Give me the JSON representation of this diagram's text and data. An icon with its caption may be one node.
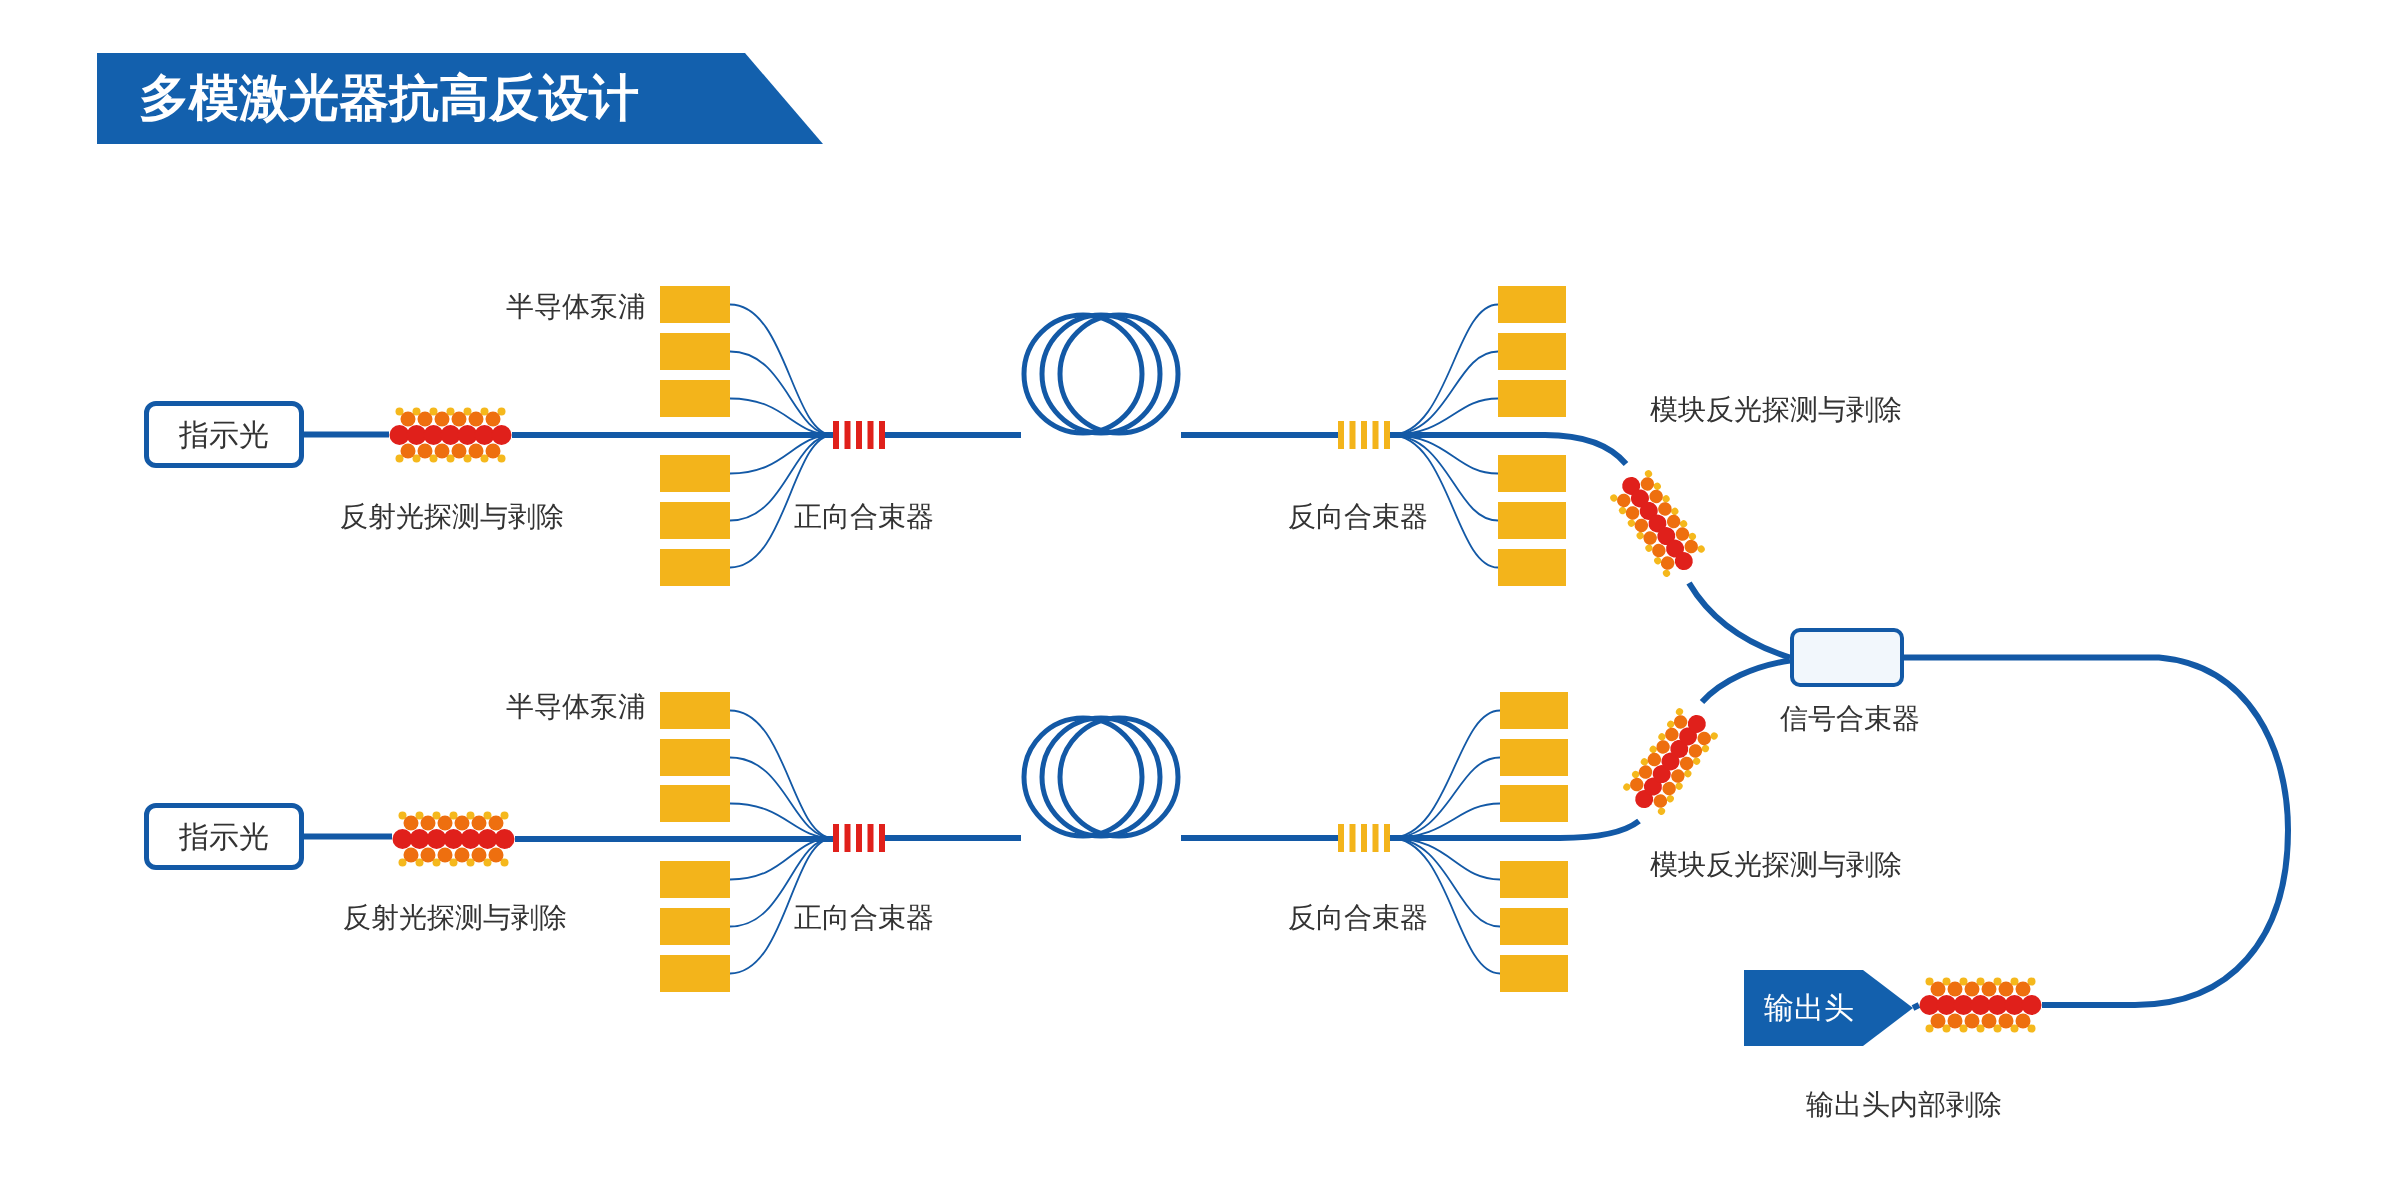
{
  "diagram": {
    "title": "多模激光器抗高反设计",
    "nodes": [
      {
        "text": [
          "指示光"
        ]
      },
      {
        "text": [],
        "shape": "dots",
        "beside": [
          "反射光探测与剥除"
        ]
      },
      {
        "text": [],
        "shape": "box",
        "beside": [
          "半导体泵浦"
        ]
      },
      {
        "text": [],
        "shape": "box"
      },
      {
        "text": [],
        "shape": "box"
      },
      {
        "text": [],
        "shape": "box"
      },
      {
        "text": [],
        "shape": "box"
      },
      {
        "text": [],
        "shape": "box"
      },
      {
        "text": [],
        "shape": "bar",
        "beside": [
          "正向合束器"
        ]
      },
      {
        "text": [],
        "shape": "coil"
      },
      {
        "text": [],
        "shape": "bar",
        "beside": [
          "反向合束器"
        ]
      },
      {
        "text": [],
        "shape": "box"
      },
      {
        "text": [],
        "shape": "box"
      },
      {
        "text": [],
        "shape": "box"
      },
      {
        "text": [],
        "shape": "box"
      },
      {
        "text": [],
        "shape": "box"
      },
      {
        "text": [],
        "shape": "box"
      },
      {
        "text": [],
        "shape": "dots",
        "beside": [
          "模块反光探测与剥除"
        ]
      },
      {
        "text": [],
        "shape": "box",
        "beside": [
          "信号合束器"
        ]
      },
      {
        "text": [
          "指示光"
        ]
      },
      {
        "text": [],
        "shape": "dots",
        "beside": [
          "反射光探测与剥除"
        ]
      },
      {
        "text": [],
        "shape": "box",
        "beside": [
          "半导体泵浦"
        ]
      },
      {
        "text": [],
        "shape": "box"
      },
      {
        "text": [],
        "shape": "box"
      },
      {
        "text": [],
        "shape": "box"
      },
      {
        "text": [],
        "shape": "box"
      },
      {
        "text": [],
        "shape": "box"
      },
      {
        "text": [],
        "shape": "bar",
        "beside": [
          "正向合束器"
        ]
      },
      {
        "text": [],
        "shape": "coil"
      },
      {
        "text": [],
        "shape": "bar",
        "beside": [
          "反向合束器"
        ]
      },
      {
        "text": [],
        "shape": "box"
      },
      {
        "text": [],
        "shape": "box"
      },
      {
        "text": [],
        "shape": "box"
      },
      {
        "text": [],
        "shape": "box"
      },
      {
        "text": [],
        "shape": "box"
      },
      {
        "text": [],
        "shape": "box"
      },
      {
        "text": [],
        "shape": "dots",
        "beside": [
          "模块反光探测与剥除"
        ]
      },
      {
        "text": [
          "输出头"
        ]
      },
      {
        "text": [],
        "shape": "dots",
        "beside": [
          "输出头内部剥除"
        ]
      }
    ],
    "edges": [
      {
        "from": 0,
        "to": 1,
        "arrow": "none",
        "style": "thick"
      },
      {
        "from": 1,
        "to": 8,
        "arrow": "none",
        "style": "thick"
      },
      {
        "from": 2,
        "to": 8,
        "arrow": "none"
      },
      {
        "from": 3,
        "to": 8,
        "arrow": "none"
      },
      {
        "from": 4,
        "to": 8,
        "arrow": "none"
      },
      {
        "from": 5,
        "to": 8,
        "arrow": "none"
      },
      {
        "from": 6,
        "to": 8,
        "arrow": "none"
      },
      {
        "from": 7,
        "to": 8,
        "arrow": "none"
      },
      {
        "from": 8,
        "to": 9,
        "arrow": "none",
        "style": "thick"
      },
      {
        "from": 9,
        "to": 10,
        "arrow": "none",
        "style": "thick"
      },
      {
        "from": 10,
        "to": 11,
        "arrow": "none"
      },
      {
        "from": 10,
        "to": 12,
        "arrow": "none"
      },
      {
        "from": 10,
        "to": 13,
        "arrow": "none"
      },
      {
        "from": 10,
        "to": 14,
        "arrow": "none"
      },
      {
        "from": 10,
        "to": 15,
        "arrow": "none"
      },
      {
        "from": 10,
        "to": 16,
        "arrow": "none"
      },
      {
        "from": 10,
        "to": 17,
        "arrow": "none",
        "style": "thick"
      },
      {
        "from": 17,
        "to": 18,
        "arrow": "none",
        "style": "thick"
      },
      {
        "from": 19,
        "to": 20,
        "arrow": "none",
        "style": "thick"
      },
      {
        "from": 20,
        "to": 27,
        "arrow": "none",
        "style": "thick"
      },
      {
        "from": 21,
        "to": 27,
        "arrow": "none"
      },
      {
        "from": 22,
        "to": 27,
        "arrow": "none"
      },
      {
        "from": 23,
        "to": 27,
        "arrow": "none"
      },
      {
        "from": 24,
        "to": 27,
        "arrow": "none"
      },
      {
        "from": 25,
        "to": 27,
        "arrow": "none"
      },
      {
        "from": 26,
        "to": 27,
        "arrow": "none"
      },
      {
        "from": 27,
        "to": 28,
        "arrow": "none",
        "style": "thick"
      },
      {
        "from": 28,
        "to": 29,
        "arrow": "none",
        "style": "thick"
      },
      {
        "from": 29,
        "to": 30,
        "arrow": "none"
      },
      {
        "from": 29,
        "to": 31,
        "arrow": "none"
      },
      {
        "from": 29,
        "to": 32,
        "arrow": "none"
      },
      {
        "from": 29,
        "to": 33,
        "arrow": "none"
      },
      {
        "from": 29,
        "to": 34,
        "arrow": "none"
      },
      {
        "from": 29,
        "to": 35,
        "arrow": "none"
      },
      {
        "from": 29,
        "to": 36,
        "arrow": "none",
        "style": "thick"
      },
      {
        "from": 36,
        "to": 18,
        "arrow": "none",
        "style": "thick"
      },
      {
        "from": 18,
        "to": 38,
        "arrow": "none",
        "style": "thick"
      },
      {
        "from": 38,
        "to": 37,
        "arrow": "none",
        "style": "thick"
      }
    ]
  }
}
